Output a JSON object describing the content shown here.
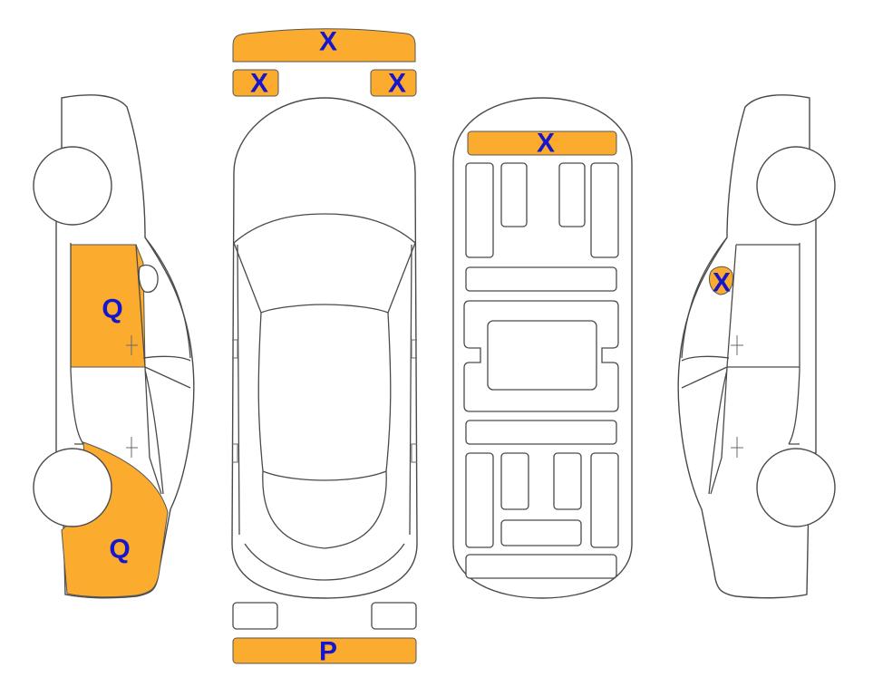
{
  "colors": {
    "damage_fill": "#FBAC2F",
    "code_text": "#1616CC",
    "outline": "#4a4a4a"
  },
  "markers": {
    "front_bumper": "X",
    "front_left_headlight": "X",
    "front_right_headlight": "X",
    "rear_bumper": "P",
    "roof_front": "X",
    "left_front_door": "Q",
    "left_front_fender": "Q",
    "right_mirror": "X"
  }
}
